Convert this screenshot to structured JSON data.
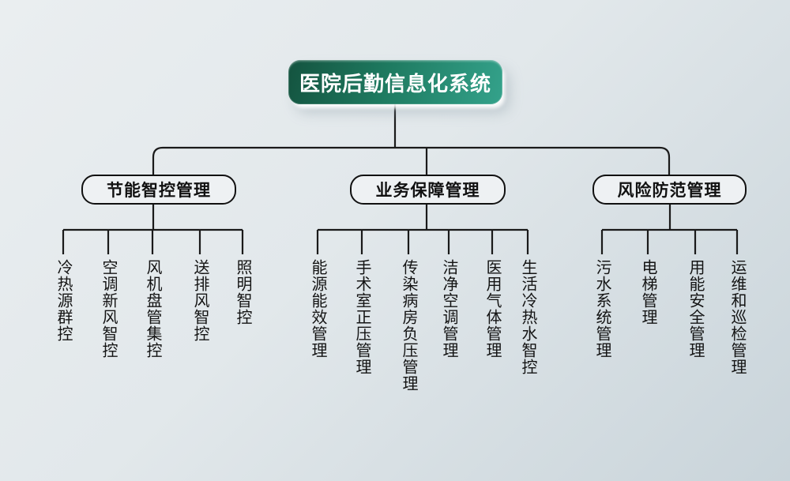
{
  "page": {
    "background_start": "#eaeef0",
    "background_end": "#c9d4da"
  },
  "chart": {
    "type": "org-tree",
    "root": {
      "label": "医院后勤信息化系统"
    },
    "branches": [
      {
        "label": "节能智控管理",
        "children": [
          "冷热源群控",
          "空调新风智控",
          "风机盘管集控",
          "送排风智控",
          "照明智控"
        ]
      },
      {
        "label": "业务保障管理",
        "children": [
          "能源能效管理",
          "手术室正压管理",
          "传染病房负压管理",
          "洁净空调管理",
          "医用气体管理",
          "生活冷热水智控"
        ]
      },
      {
        "label": "风险防范管理",
        "children": [
          "污水系统管理",
          "电梯管理",
          "用能安全管理",
          "运维和巡检管理"
        ]
      }
    ],
    "colors": {
      "root_gradient_start": "#14533f",
      "root_gradient_end": "#34a28b",
      "root_text": "#ffffff",
      "line": "#1a1a1a",
      "branch_border": "#111111",
      "branch_fill": "#eef1f3",
      "branch_text": "#111111",
      "leaf_text": "#141414"
    }
  }
}
